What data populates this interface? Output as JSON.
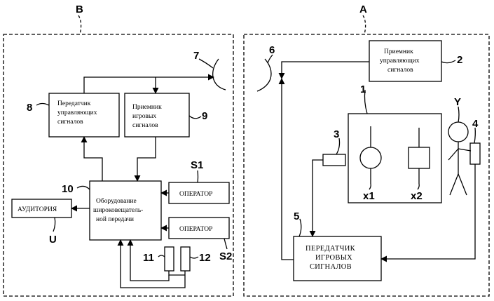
{
  "sections": {
    "left": "B",
    "right": "A"
  },
  "boxes": {
    "transmitter_ctrl": [
      "Передатчик",
      "управляющих",
      "сигналов"
    ],
    "receiver_game": [
      "Приемник",
      "игровых",
      "сигналов"
    ],
    "broadcast_equipment": [
      "Оборудование",
      "широковещатель-",
      "ной передачи"
    ],
    "operator_s1": "ОПЕРАТОР",
    "operator_s2": "ОПЕРАТОР",
    "audience": "АУДИТОРИЯ",
    "receiver_ctrl": [
      "Приемник",
      "управляющих",
      "сигналов"
    ],
    "transmitter_game": [
      "ПЕРЕДАТЧИК",
      "ИГРОВЫХ",
      "СИГНАЛОВ"
    ]
  },
  "refs": {
    "r1": "1",
    "r2": "2",
    "r3": "3",
    "r4": "4",
    "r5": "5",
    "r6": "6",
    "r7": "7",
    "r8": "8",
    "r9": "9",
    "r10": "10",
    "r11": "11",
    "r12": "12",
    "s1": "S1",
    "s2": "S2",
    "u": "U",
    "y": "Y",
    "x1": "x1",
    "x2": "x2"
  }
}
